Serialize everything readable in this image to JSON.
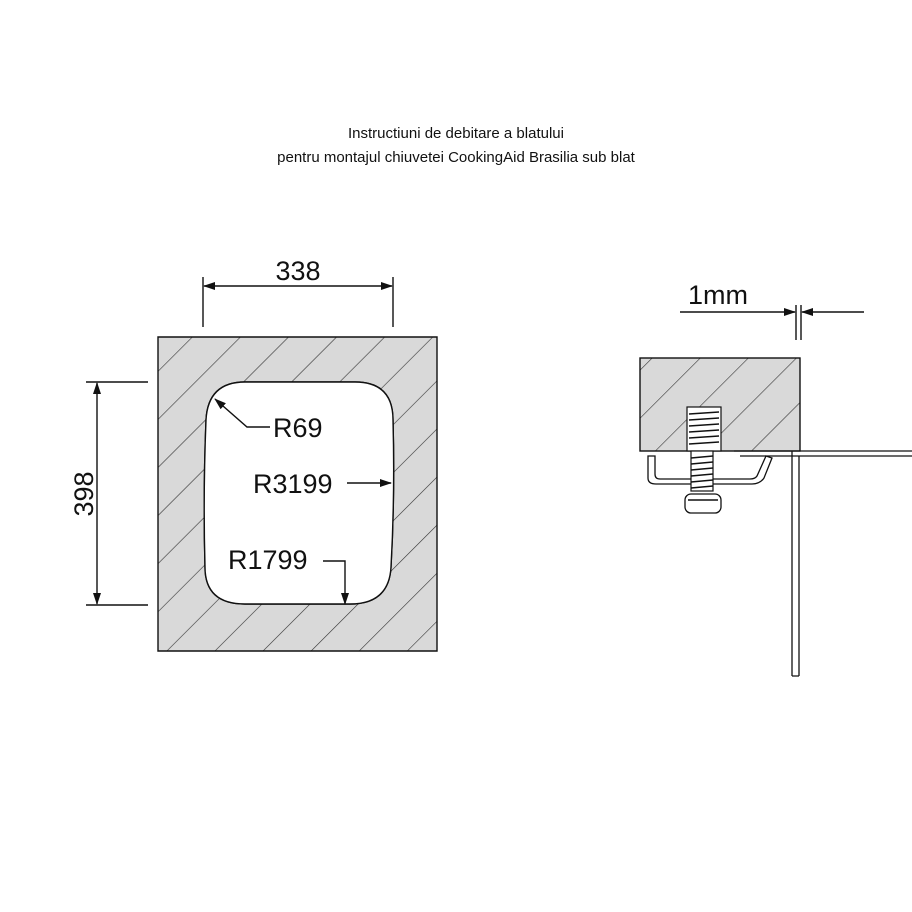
{
  "title": {
    "line1": "Instructiuni de debitare a blatului",
    "line2": "pentru montajul chiuvetei CookingAid Brasilia sub blat"
  },
  "plan_view": {
    "width_label": "338",
    "height_label": "398",
    "corner_radius_label": "R69",
    "side_radius_label": "R3199",
    "bottom_radius_label": "R1799"
  },
  "section_view": {
    "offset_label": "1mm"
  },
  "colors": {
    "countertop_fill": "#d9d9d9",
    "line": "#111111",
    "background": "#ffffff"
  }
}
